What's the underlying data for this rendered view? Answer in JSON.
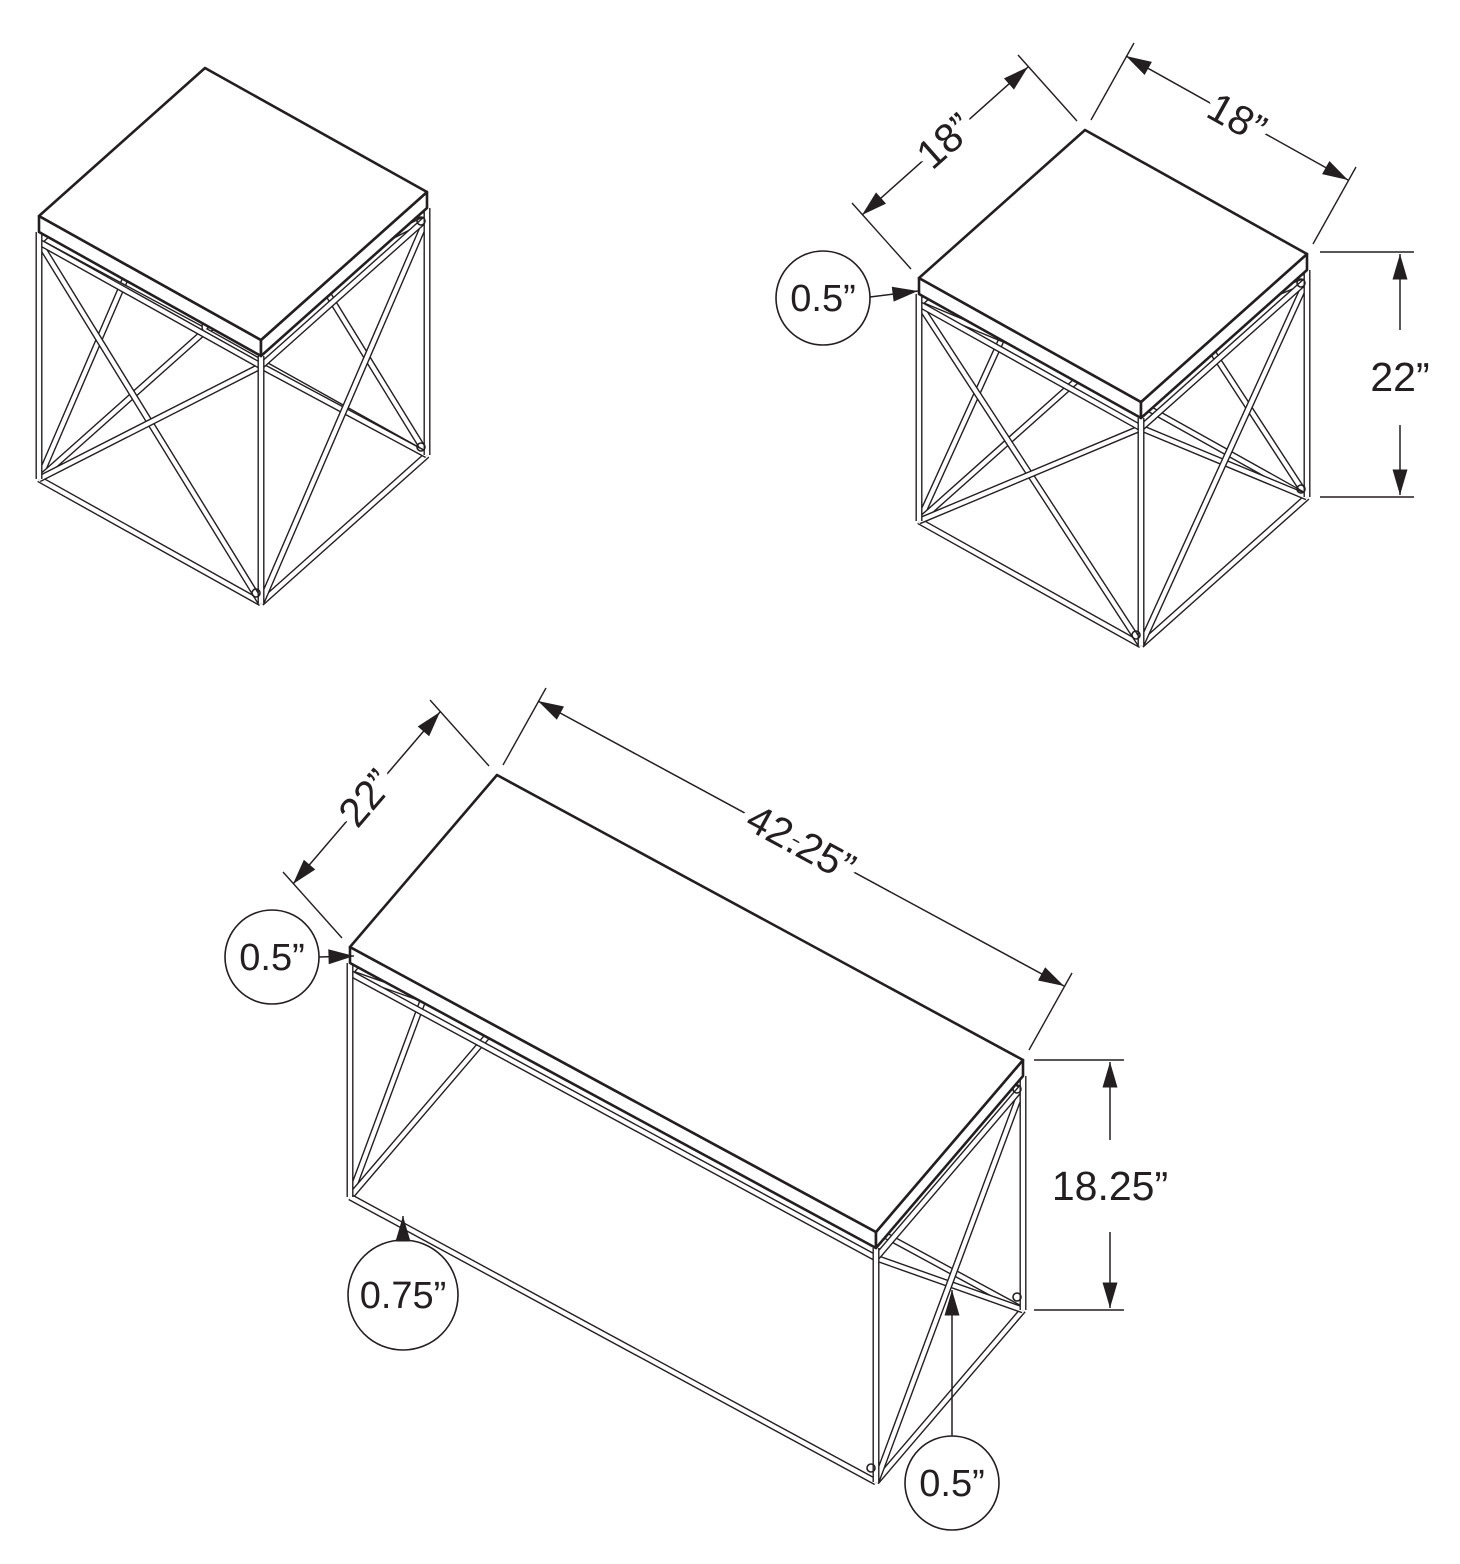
{
  "end_table": {
    "depth_label": "18”",
    "width_label": "18”",
    "height_label": "22”",
    "top_thickness_label": "0.5”"
  },
  "coffee_table": {
    "depth_label": "22”",
    "length_label": "42.25”",
    "height_label": "18.25”",
    "top_thickness_label": "0.5”",
    "bottom_frame_label": "0.75”",
    "brace_label": "0.5”"
  },
  "colors": {
    "line": "#231f20",
    "background": "#ffffff"
  }
}
